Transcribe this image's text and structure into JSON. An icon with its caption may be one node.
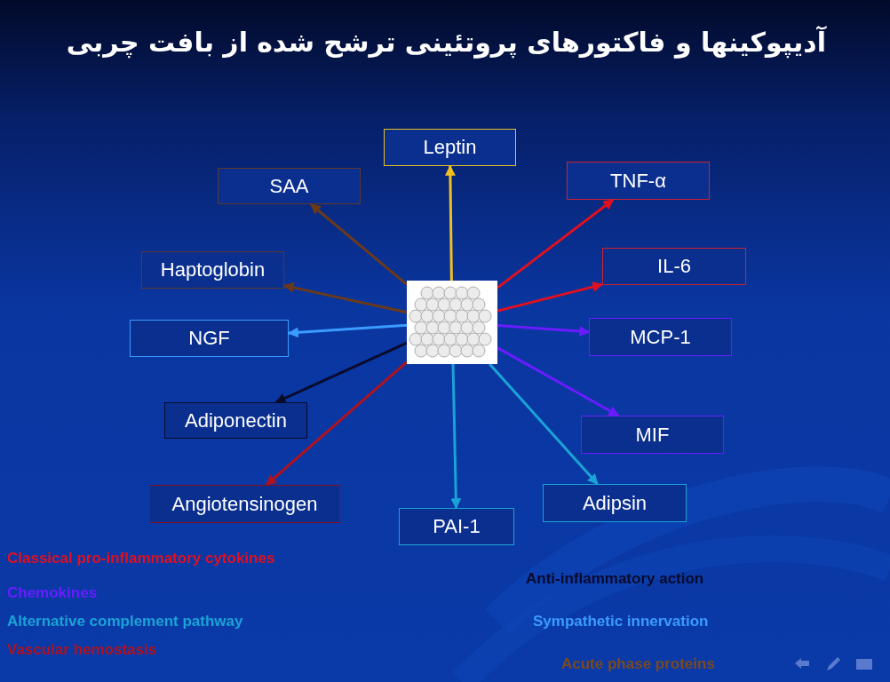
{
  "diagram": {
    "title": "آدیپوکینها و فاکتورهای پروتئینی ترشح شده از بافت چربی",
    "nodes": [
      {
        "text": [],
        "shape": "picture"
      },
      {
        "text": [
          "Leptin"
        ]
      },
      {
        "text": [
          "SAA"
        ]
      },
      {
        "text": [
          "TNF-α"
        ]
      },
      {
        "text": [
          "Haptoglobin"
        ]
      },
      {
        "text": [
          "IL-6"
        ]
      },
      {
        "text": [
          "NGF"
        ]
      },
      {
        "text": [
          "MCP-1"
        ]
      },
      {
        "text": [
          "Adiponectin"
        ]
      },
      {
        "text": [
          "MIF"
        ]
      },
      {
        "text": [
          "Angiotensinogen"
        ]
      },
      {
        "text": [
          "Adipsin"
        ]
      },
      {
        "text": [
          "PAI-1"
        ]
      }
    ],
    "edges": [
      {
        "from": 0,
        "to": 1,
        "arrow": "to",
        "color": "#f0c020"
      },
      {
        "from": 0,
        "to": 2,
        "arrow": "to",
        "color": "#6b3a1a"
      },
      {
        "from": 0,
        "to": 3,
        "arrow": "to",
        "color": "#e01020"
      },
      {
        "from": 0,
        "to": 4,
        "arrow": "to",
        "color": "#6b3a1a"
      },
      {
        "from": 0,
        "to": 5,
        "arrow": "to",
        "color": "#e01020"
      },
      {
        "from": 0,
        "to": 6,
        "arrow": "to",
        "color": "#3a9cff"
      },
      {
        "from": 0,
        "to": 7,
        "arrow": "to",
        "color": "#6a1cff"
      },
      {
        "from": 0,
        "to": 8,
        "arrow": "to",
        "color": "#0a0a2a"
      },
      {
        "from": 0,
        "to": 9,
        "arrow": "to",
        "color": "#6a1cff"
      },
      {
        "from": 0,
        "to": 10,
        "arrow": "to",
        "color": "#b0121f"
      },
      {
        "from": 0,
        "to": 11,
        "arrow": "to",
        "color": "#1aa3d6"
      },
      {
        "from": 0,
        "to": 12,
        "arrow": "to",
        "color": "#1aa3d6"
      }
    ],
    "legend": [
      {
        "text": "Classical pro-inflammatory cytokines",
        "color": "#e01020"
      },
      {
        "text": "Chemokines",
        "color": "#6a1cff"
      },
      {
        "text": "Alternative complement pathway",
        "color": "#1aa3d6"
      },
      {
        "text": "Vascular hemostasis",
        "color": "#b0121f"
      },
      {
        "text": "Anti-inflammatory action",
        "color": "#0a0a2a"
      },
      {
        "text": "Sympathetic innervation",
        "color": "#3a9cff"
      },
      {
        "text": "Acute phase proteins",
        "color": "#7a4a20"
      }
    ]
  }
}
